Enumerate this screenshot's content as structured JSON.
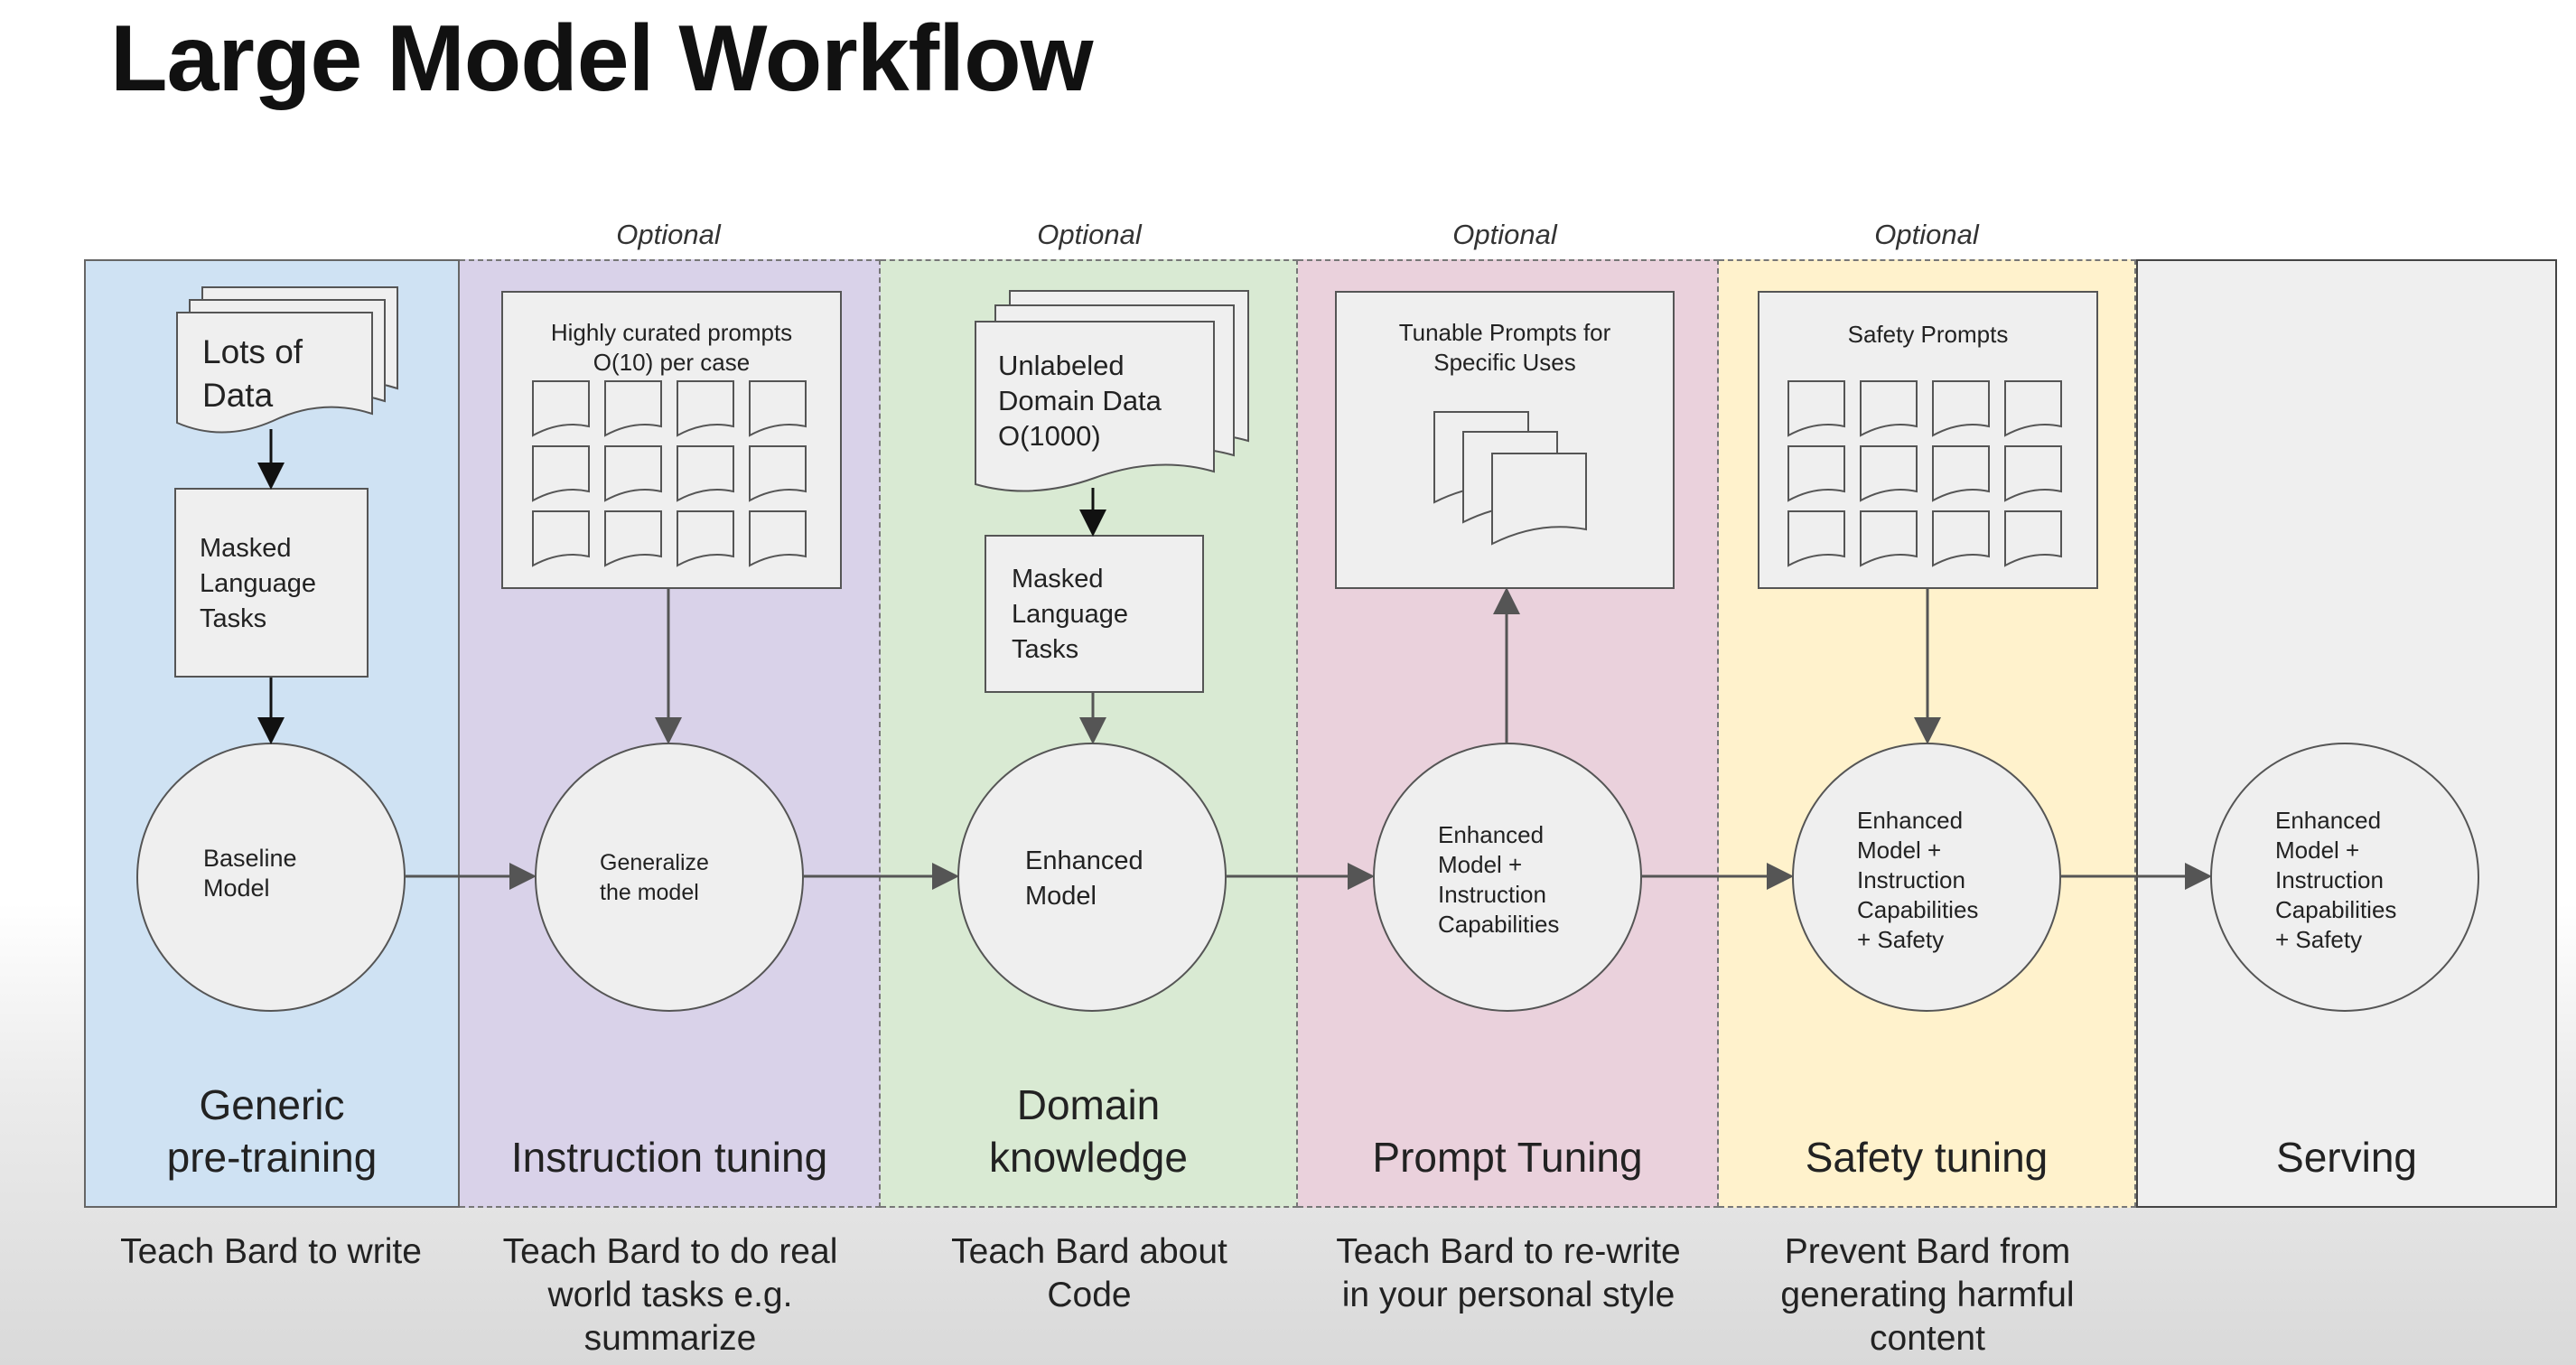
{
  "title": "Large Model Workflow",
  "optional_label": "Optional",
  "stages": [
    {
      "name": "Generic\npre-training",
      "description": "Teach Bard to write",
      "optional": false,
      "color": "#cfe2f3",
      "data_label": "Lots of\nData",
      "task_label": "Masked\nLanguage\nTasks",
      "node_label": "Baseline\nModel"
    },
    {
      "name": "Instruction tuning",
      "description": "Teach Bard to do real\nworld tasks e.g.\nsummarize",
      "optional": true,
      "color": "#d9d2e9",
      "prompt_label": "Highly curated prompts\nO(10) per case",
      "node_label": "Generalize\nthe model"
    },
    {
      "name": "Domain\nknowledge",
      "description": "Teach Bard about\nCode",
      "optional": true,
      "color": "#d9ead3",
      "data_label": "Unlabeled\nDomain Data\nO(1000)",
      "task_label": "Masked\nLanguage\nTasks",
      "node_label": "Enhanced\nModel"
    },
    {
      "name": "Prompt Tuning",
      "description": "Teach Bard to re-write\nin your personal style",
      "optional": true,
      "color": "#ead1dc",
      "prompt_label": "Tunable Prompts for\nSpecific Uses",
      "node_label": "Enhanced\nModel +\nInstruction\nCapabilities"
    },
    {
      "name": "Safety tuning",
      "description": "Prevent Bard from\ngenerating harmful\ncontent",
      "optional": true,
      "color": "#fff2cc",
      "prompt_label": "Safety Prompts",
      "node_label": "Enhanced\nModel +\nInstruction\nCapabilities\n+ Safety"
    },
    {
      "name": "Serving",
      "description": "",
      "optional": false,
      "color": "#efefef",
      "node_label": "Enhanced\nModel +\nInstruction\nCapabilities\n+ Safety"
    }
  ]
}
